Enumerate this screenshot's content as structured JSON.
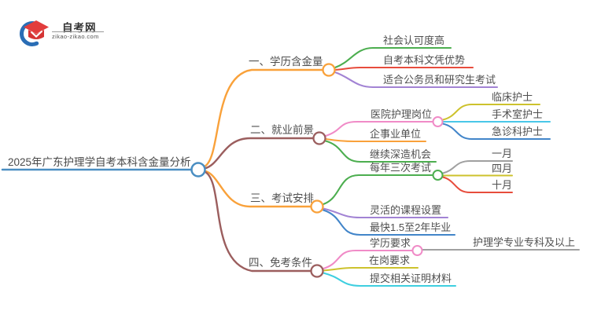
{
  "logo": {
    "title": "自考网",
    "domain": "zikao-zikao.com",
    "colors": {
      "arc": "#2a6db5",
      "cap": "#e23d3d",
      "cap_front": "#d53434"
    }
  },
  "mindmap": {
    "root": {
      "label": "2025年广东护理学自考本科含金量分析",
      "color": "#4a8ec2"
    },
    "branches": [
      {
        "label": "一、学历含金量",
        "color": "#f9a13a",
        "children": [
          {
            "label": "社会认可度高",
            "color": "#4cae4f"
          },
          {
            "label": "自考本科文凭优势",
            "color": "#e74c3c"
          },
          {
            "label": "适合公务员和研究生考试",
            "color": "#a283d4"
          }
        ]
      },
      {
        "label": "二、就业前景",
        "color": "#9b5e5e",
        "children": [
          {
            "label": "医院护理岗位",
            "color": "#f08bc7",
            "children": [
              {
                "label": "临床护士",
                "color": "#cdc22d"
              },
              {
                "label": "手术室护士",
                "color": "#49c7e8"
              },
              {
                "label": "急诊科护士",
                "color": "#4285c9"
              }
            ]
          },
          {
            "label": "企事业单位",
            "color": "#f9a13a"
          },
          {
            "label": "继续深造机会",
            "color": "#4cae4f"
          }
        ]
      },
      {
        "label": "三、考试安排",
        "color": "#f9a13a",
        "children": [
          {
            "label": "每年三次考试",
            "color": "#4cae4f",
            "children": [
              {
                "label": "一月",
                "color": "#a0a0a0"
              },
              {
                "label": "四月",
                "color": "#cdc22d"
              },
              {
                "label": "十月",
                "color": "#e74c3c"
              }
            ]
          },
          {
            "label": "灵活的课程设置",
            "color": "#a283d4"
          },
          {
            "label": "最快1.5至2年毕业",
            "color": "#4285c9"
          }
        ]
      },
      {
        "label": "四、免考条件",
        "color": "#9b5e5e",
        "children": [
          {
            "label": "学历要求",
            "color": "#f08bc7",
            "children": [
              {
                "label": "护理学专业专科及以上",
                "color": "#a0a0a0"
              }
            ]
          },
          {
            "label": "在岗要求",
            "color": "#cdc22d"
          },
          {
            "label": "提交相关证明材料",
            "color": "#3ecfe0"
          }
        ]
      }
    ]
  }
}
